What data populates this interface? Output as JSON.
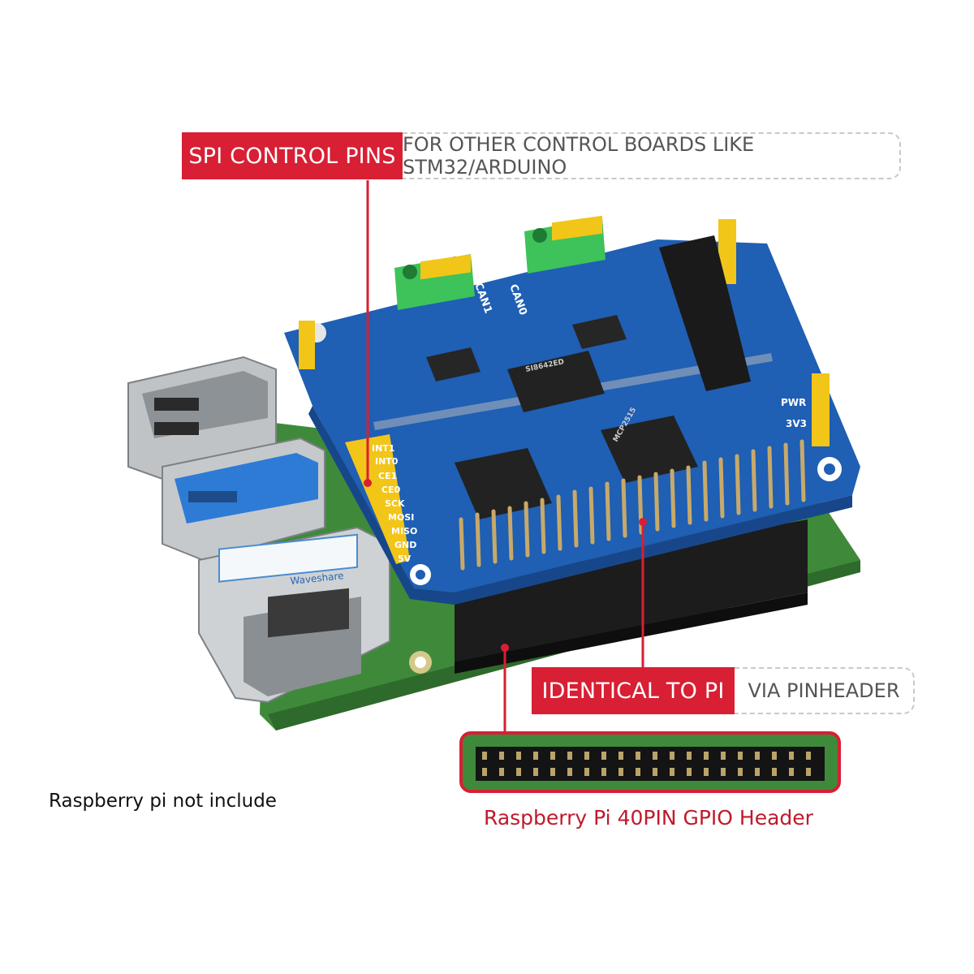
{
  "callouts": {
    "spi": {
      "label": "SPI CONTROL PINS",
      "note": "FOR OTHER CONTROL BOARDS LIKE STM32/ARDUINO"
    },
    "identical": {
      "label": "IDENTICAL TO PI",
      "note": "VIA PINHEADER"
    }
  },
  "captions": {
    "not_included": "Raspberry pi not include",
    "gpio_header": "Raspberry Pi 40PIN GPIO Header"
  },
  "board_labels": {
    "can0": "CAN0",
    "can1": "CAN1",
    "pwr": "PWR",
    "v33": "3V3",
    "port_brand": "Waveshare",
    "chip_isolator": "SI8642ED",
    "chip_controller": "MCP2515",
    "pins": [
      "INT1",
      "INT0",
      "CE1",
      "CE0",
      "SCK",
      "MOSI",
      "MISO",
      "GND",
      "5V"
    ]
  },
  "colors": {
    "accent_red": "#d81f34",
    "hat_blue": "#1f5fb4",
    "pi_green": "#3f8a3a",
    "terminal_green": "#3ec25a",
    "jumper_yellow": "#f2c519",
    "header_black": "#1c1c1c"
  }
}
